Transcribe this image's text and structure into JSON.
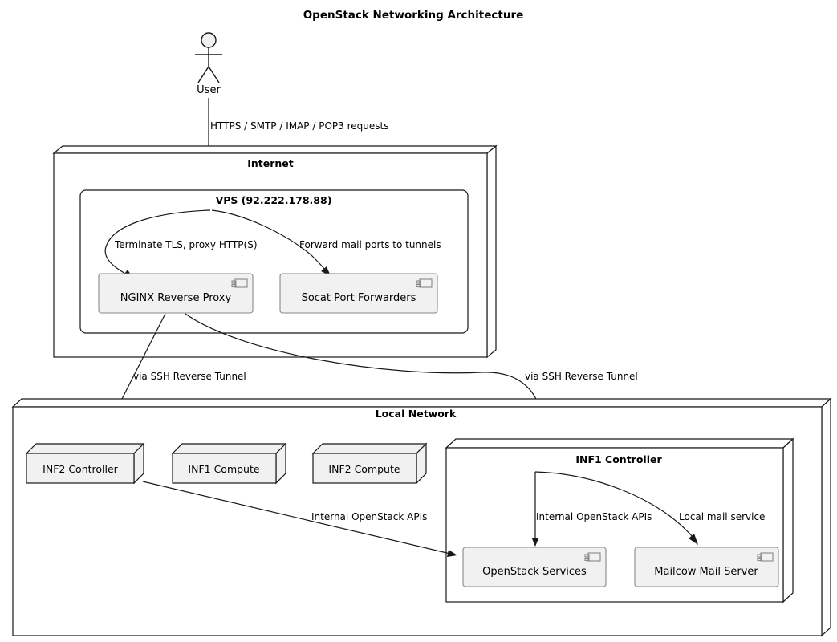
{
  "diagram": {
    "title": "OpenStack Networking Architecture",
    "type": "deployment-diagram",
    "background_color": "#FFFFFF",
    "line_color": "#181818",
    "node_fill": "#FFFFFF",
    "component_fill": "#F1F1F1",
    "component_border": "#888888"
  },
  "actor": {
    "name": "user-actor",
    "label": "User",
    "head_fill": "#F1F1F1"
  },
  "nodes": {
    "internet": {
      "label": "Internet",
      "children": {
        "vps": {
          "label": "VPS (92.222.178.88)",
          "components": [
            {
              "label": "NGINX Reverse Proxy",
              "icon": "uml-component-icon"
            },
            {
              "label": "Socat Port Forwarders",
              "icon": "uml-component-icon"
            }
          ]
        }
      }
    },
    "local_network": {
      "label": "Local Network",
      "machines": [
        {
          "label": "INF2 Controller"
        },
        {
          "label": "INF1 Compute"
        },
        {
          "label": "INF2 Compute"
        }
      ],
      "children": {
        "inf1_controller": {
          "label": "INF1 Controller",
          "components": [
            {
              "label": "OpenStack Services",
              "icon": "uml-component-icon"
            },
            {
              "label": "Mailcow Mail Server",
              "icon": "uml-component-icon"
            }
          ]
        }
      }
    }
  },
  "edges": [
    {
      "id": "user-to-internet",
      "label": "HTTPS / SMTP / IMAP / POP3 requests"
    },
    {
      "id": "vps-to-nginx",
      "label": "Terminate TLS, proxy HTTP(S)"
    },
    {
      "id": "vps-to-socat",
      "label": "Forward mail ports to tunnels"
    },
    {
      "id": "nginx-to-inf2-controller",
      "label": "via SSH Reverse Tunnel"
    },
    {
      "id": "socat-to-inf1-controller",
      "label": "via SSH Reverse Tunnel"
    },
    {
      "id": "inf2-controller-to-openstack-services",
      "label": "Internal OpenStack APIs"
    },
    {
      "id": "inf1-to-openstack-services",
      "label": "Internal OpenStack APIs"
    },
    {
      "id": "inf1-to-mailcow",
      "label": "Local mail service"
    }
  ]
}
